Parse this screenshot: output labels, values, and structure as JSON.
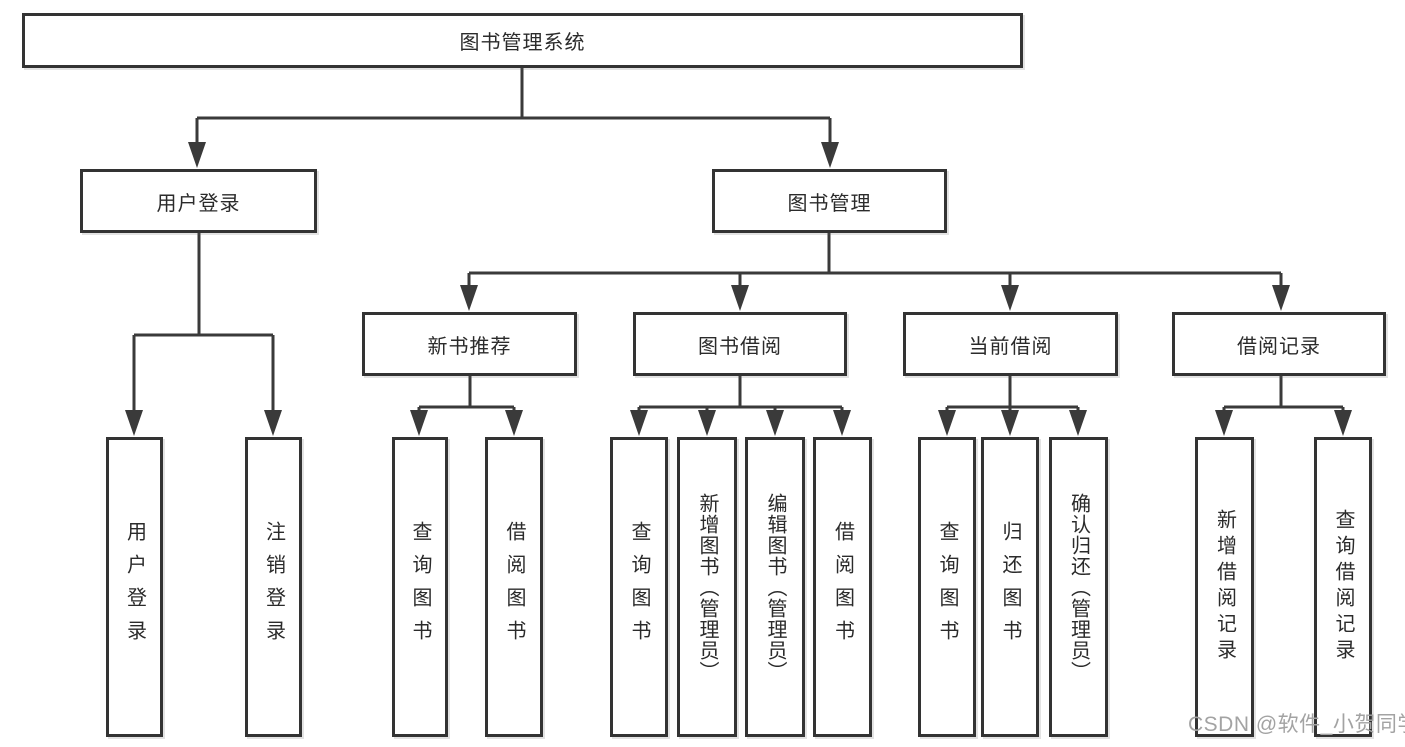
{
  "diagram": {
    "type": "hierarchy-tree",
    "orientation": "top-down",
    "line_color": "#3a3a3a",
    "box_border_color": "#333333",
    "box_fill_color": "#ffffff",
    "text_color": "#2b2b2b",
    "tree": {
      "label": "图书管理系统",
      "children": [
        {
          "label": "用户登录",
          "children": [
            {
              "label": "用户登录"
            },
            {
              "label": "注销登录"
            }
          ]
        },
        {
          "label": "图书管理",
          "children": [
            {
              "label": "新书推荐",
              "children": [
                {
                  "label": "查询图书"
                },
                {
                  "label": "借阅图书"
                }
              ]
            },
            {
              "label": "图书借阅",
              "children": [
                {
                  "label": "查询图书"
                },
                {
                  "label": "新增图书（管理员）"
                },
                {
                  "label": "编辑图书（管理员）"
                },
                {
                  "label": "借阅图书"
                }
              ]
            },
            {
              "label": "当前借阅",
              "children": [
                {
                  "label": "查询图书"
                },
                {
                  "label": "归还图书"
                },
                {
                  "label": "确认归还（管理员）"
                }
              ]
            },
            {
              "label": "借阅记录",
              "children": [
                {
                  "label": "新增借阅记录"
                },
                {
                  "label": "查询借阅记录"
                }
              ]
            }
          ]
        }
      ]
    }
  },
  "watermark": {
    "text": "CSDN @软件_小贺同学",
    "color": "#a3a3a3"
  }
}
